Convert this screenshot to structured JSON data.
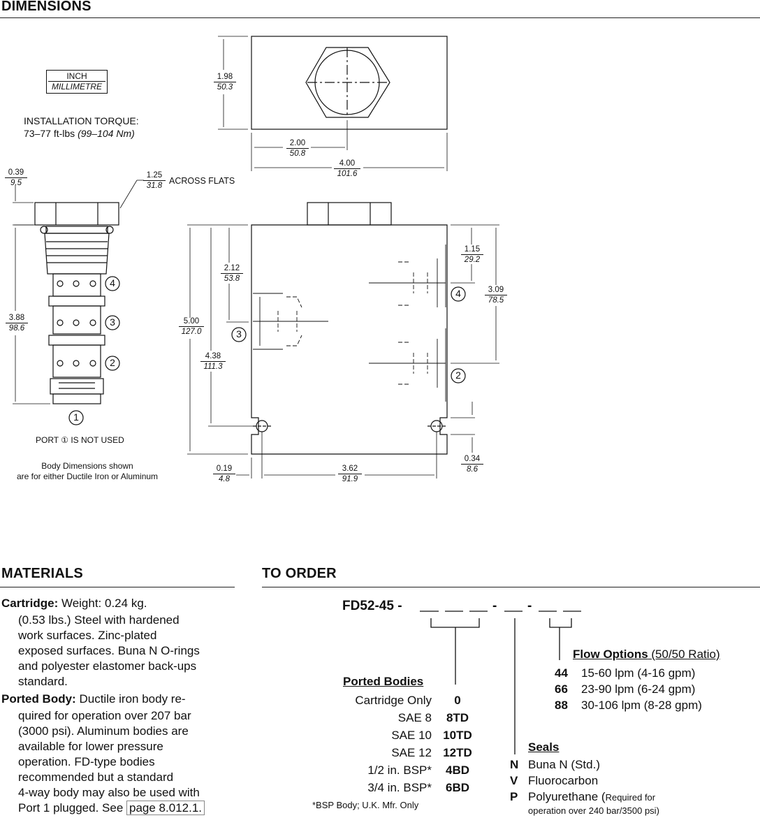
{
  "headings": {
    "dimensions": "DIMENSIONS",
    "materials": "MATERIALS",
    "to_order": "TO ORDER"
  },
  "units": {
    "inch": "INCH",
    "mm": "MILLIMETRE"
  },
  "torque": {
    "label": "INSTALLATION TORQUE:",
    "value": "73–77 ft-lbs",
    "value_metric": "(99–104 Nm)"
  },
  "cartridge_dims": {
    "d039": {
      "in": "0.39",
      "mm": "9.5"
    },
    "d125": {
      "in": "1.25",
      "mm": "31.8",
      "note": "ACROSS FLATS"
    },
    "d388": {
      "in": "3.88",
      "mm": "98.6"
    }
  },
  "ports": {
    "p1": "1",
    "p2": "2",
    "p3": "3",
    "p4": "4",
    "not_used": "PORT ① IS NOT USED"
  },
  "body_note": {
    "line1": "Body Dimensions shown",
    "line2": "are for either Ductile Iron or Aluminum"
  },
  "top_view_dims": {
    "d198": {
      "in": "1.98",
      "mm": "50.3"
    },
    "d200": {
      "in": "2.00",
      "mm": "50.8"
    },
    "d400": {
      "in": "4.00",
      "mm": "101.6"
    }
  },
  "front_view_dims": {
    "d212": {
      "in": "2.12",
      "mm": "53.8"
    },
    "d500": {
      "in": "5.00",
      "mm": "127.0"
    },
    "d438": {
      "in": "4.38",
      "mm": "111.3"
    },
    "d115": {
      "in": "1.15",
      "mm": "29.2"
    },
    "d309": {
      "in": "3.09",
      "mm": "78.5"
    },
    "d019": {
      "in": "0.19",
      "mm": "4.8"
    },
    "d362": {
      "in": "3.62",
      "mm": "91.9"
    },
    "d034": {
      "in": "0.34",
      "mm": "8.6"
    }
  },
  "materials": {
    "cartridge_label": "Cartridge:",
    "cartridge_text_1": " Weight: 0.24 kg.",
    "cartridge_lines": [
      "(0.53 lbs.) Steel with hardened",
      "work surfaces. Zinc-plated",
      "exposed surfaces. Buna N O-rings",
      "and polyester elastomer back-ups",
      "standard."
    ],
    "body_label": "Ported Body:",
    "body_text_1": " Ductile iron body re-",
    "body_lines": [
      "quired for operation over 207 bar",
      "(3000 psi). Aluminum bodies are",
      "available for lower pressure",
      "operation. FD-type bodies",
      "recommended but a standard",
      "4-way body may also be used with"
    ],
    "body_last_prefix": "Port 1 plugged. See ",
    "body_link": "page 8.012.1."
  },
  "order": {
    "code": "FD52-45 -",
    "ported_bodies_title": "Ported Bodies",
    "ported_bodies": [
      {
        "label": "Cartridge Only",
        "code": "0"
      },
      {
        "label": "SAE 8",
        "code": "8TD"
      },
      {
        "label": "SAE 10",
        "code": "10TD"
      },
      {
        "label": "SAE 12",
        "code": "12TD"
      },
      {
        "label": "1/2 in. BSP*",
        "code": "4BD"
      },
      {
        "label": "3/4 in. BSP*",
        "code": "6BD"
      }
    ],
    "bsp_note": "*BSP Body; U.K. Mfr. Only",
    "flow_title": "Flow Options",
    "flow_title_suffix": " (50/50 Ratio)",
    "flow_options": [
      {
        "code": "44",
        "label": "15-60 lpm (4-16 gpm)"
      },
      {
        "code": "66",
        "label": "23-90 lpm (6-24 gpm)"
      },
      {
        "code": "88",
        "label": "30-106 lpm (8-28 gpm)"
      }
    ],
    "seals_title": "Seals",
    "seals": [
      {
        "code": "N",
        "label": "Buna N (Std.)"
      },
      {
        "code": "V",
        "label": "Fluorocarbon"
      },
      {
        "code": "P",
        "label": "Polyurethane ("
      }
    ],
    "seal_p_note_1": "Required for",
    "seal_p_note_2": "operation over 240 bar/3500 psi)"
  }
}
